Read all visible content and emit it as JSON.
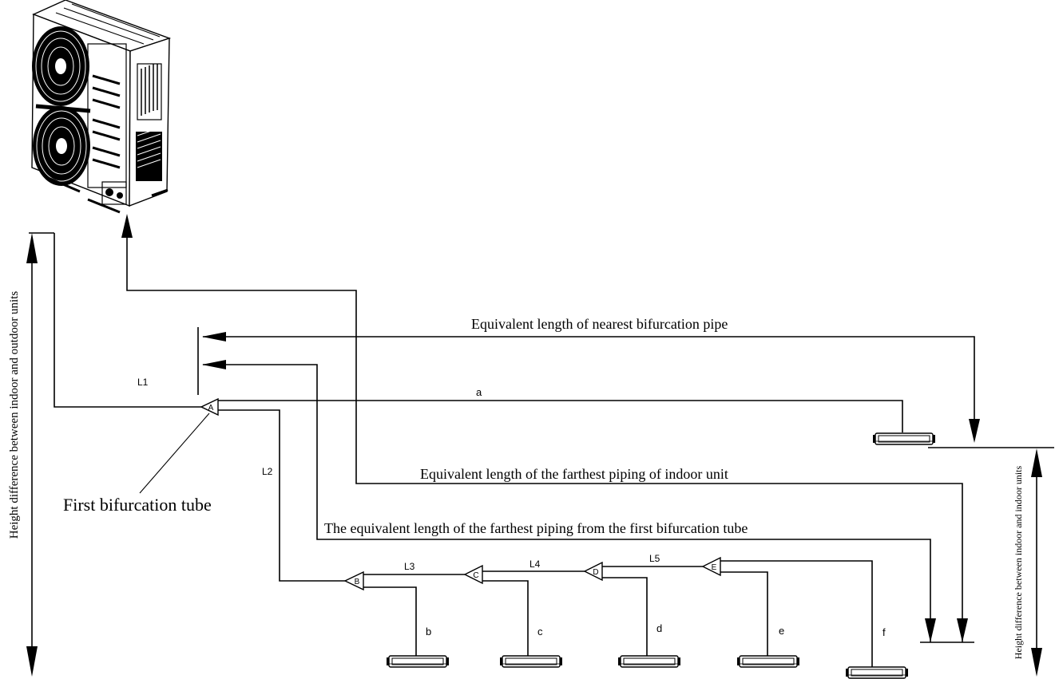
{
  "labels": {
    "l1": "L1",
    "l2": "L2",
    "l3": "L3",
    "l4": "L4",
    "l5": "L5",
    "a": "a",
    "b": "b",
    "c": "c",
    "d": "d",
    "e": "e",
    "f": "f",
    "joint_a": "A",
    "joint_b": "B",
    "joint_c": "C",
    "joint_d": "D",
    "joint_e": "E"
  },
  "captions": {
    "nearest": "Equivalent length of nearest bifurcation pipe",
    "farthest_indoor": "Equivalent length of the farthest piping of indoor unit",
    "farthest_first": "The equivalent length of the farthest piping from the first bifurcation tube",
    "first_tube": "First bifurcation tube",
    "height_outdoor": "Height difference between indoor and outdoor units",
    "height_indoor": "Height difference between indoor and indoor units"
  },
  "icons": {
    "outdoor_unit": "outdoor-unit-icon",
    "indoor_unit": "indoor-unit-icon"
  }
}
